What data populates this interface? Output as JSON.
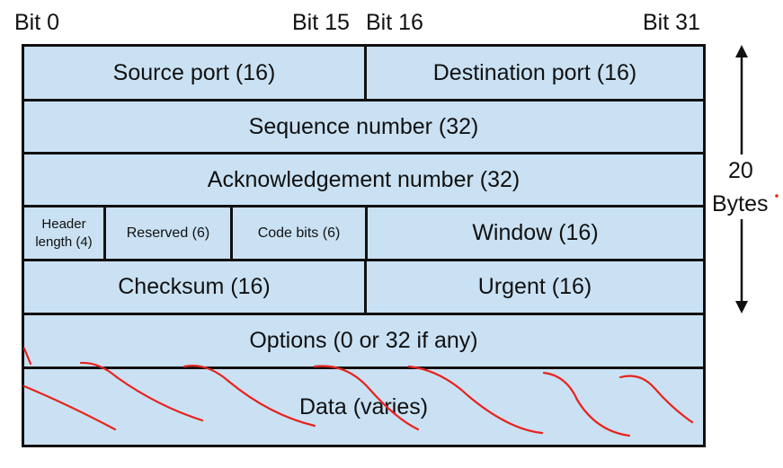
{
  "bit_labels": {
    "bit0": "Bit 0",
    "bit15": "Bit 15",
    "bit16": "Bit 16",
    "bit31": "Bit 31"
  },
  "fields": {
    "source_port": "Source port (16)",
    "destination_port": "Destination port (16)",
    "sequence_number": "Sequence number (32)",
    "acknowledgement_number": "Acknowledgement number (32)",
    "header_length_line1": "Header",
    "header_length_line2": "length (4)",
    "reserved": "Reserved (6)",
    "code_bits": "Code bits (6)",
    "window": "Window (16)",
    "checksum": "Checksum (16)",
    "urgent": "Urgent (16)",
    "options": "Options (0 or 32 if any)",
    "data": "Data (varies)"
  },
  "size_annotation": {
    "number": "20",
    "unit": "Bytes"
  },
  "colors": {
    "cell_fill": "#c9e1f3",
    "border": "#111111",
    "annotation_ink": "#e8231d"
  }
}
